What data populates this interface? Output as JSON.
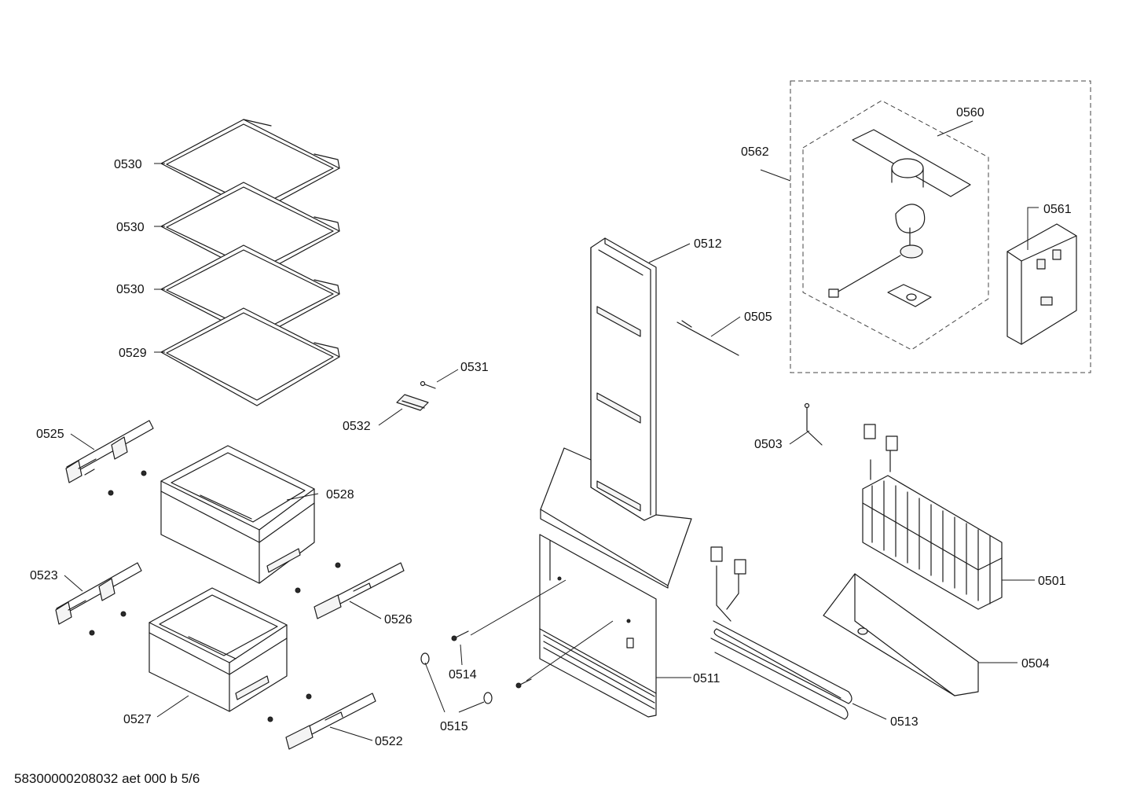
{
  "labels": {
    "p0530a": "0530",
    "p0530b": "0530",
    "p0530c": "0530",
    "p0529": "0529",
    "p0531": "0531",
    "p0532": "0532",
    "p0525": "0525",
    "p0528": "0528",
    "p0523": "0523",
    "p0526": "0526",
    "p0527": "0527",
    "p0522": "0522",
    "p0514": "0514",
    "p0515": "0515",
    "p0511": "0511",
    "p0512": "0512",
    "p0505": "0505",
    "p0503": "0503",
    "p0501": "0501",
    "p0504": "0504",
    "p0513": "0513",
    "p0560": "0560",
    "p0561": "0561",
    "p0562": "0562"
  },
  "footer": "58300000208032 aet 000 b 5/6"
}
